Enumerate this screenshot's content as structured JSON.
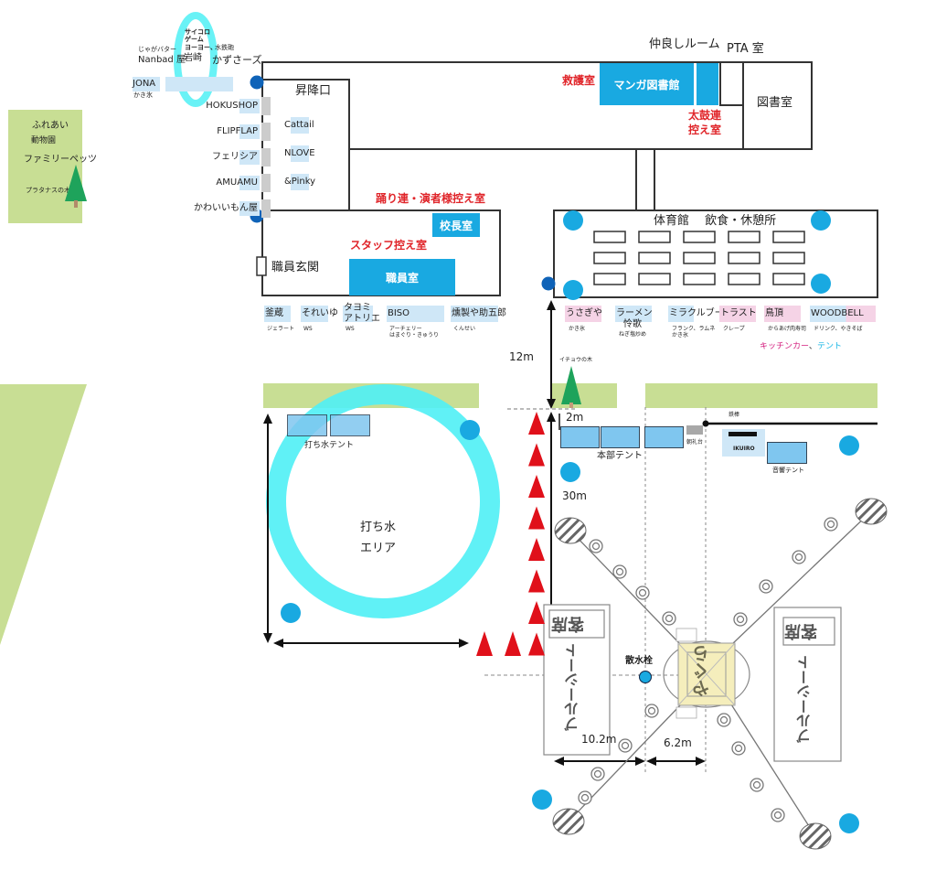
{
  "colors": {
    "green_area": "#c8de94",
    "blue_room": "#19a9e1",
    "light_label": "#cfe7f7",
    "pink_label": "#f5d3e6",
    "tent": "#7fc6ef",
    "cone_red": "#e0101a",
    "water_ring": "#4ff0f5",
    "hydrant": "#19a9e1",
    "staff_dot": "#0f63b8",
    "tree": "#1ea35b",
    "yagura_fill": "#f5eebc",
    "text_red": "#e0252a",
    "text_magenta": "#d4207f",
    "text_cyan": "#1ab7e6"
  },
  "left_area": {
    "zoo_line1": "ふれあい",
    "zoo_line2": "動物園",
    "pet": "ファミリーペッツ",
    "tree_label": "プラタナスの木"
  },
  "top_left_stalls": {
    "jona": "JONA",
    "jona_sub": "かき氷",
    "nanbad_sub": "じゃがバター",
    "nanbad": "Nanbad 屋",
    "saikoro_line1": "サイコロ",
    "saikoro_line2": "ゲーム",
    "saikoro_line3": "ヨーヨー、",
    "iwasaki": "岩崎",
    "mizu_sub": "水鉄砲",
    "kazusa": "かずさーズ"
  },
  "entrance_building": {
    "title": "昇降口",
    "outer_stalls": [
      "HOKUSHOP",
      "FLIPFLAP",
      "フェリシア",
      "AMUAMU",
      "かわいいもん屋"
    ],
    "inner_stalls": [
      "Cattail",
      "NLOVE",
      "&Pinky"
    ]
  },
  "north_building": {
    "rescue": "救護室",
    "manga_library": "マンガ図書館",
    "nakayoshi": "仲良しルーム",
    "pta": "PTA 室",
    "taiko": "太鼓連",
    "taiko2": "控え室",
    "library": "図書室"
  },
  "staff_building": {
    "dancers_room": "踊り連・演者様控え室",
    "principal": "校長室",
    "staff_wait": "スタッフ控え室",
    "staff_entrance": "職員玄関",
    "staff_room": "職員室"
  },
  "staff_stalls": [
    {
      "name": "釜蔵",
      "sub": "ジェラート"
    },
    {
      "name": "それいゆ",
      "sub": "WS"
    },
    {
      "name": "タヨミ",
      "name2": "アトリエ",
      "sub": "WS"
    },
    {
      "name": "BISO",
      "sub": "アーチェリー",
      "sub2": "はまぐり・きゅうり"
    },
    {
      "name": "燻製や助五郎",
      "sub": "くんせい"
    }
  ],
  "gym": {
    "title": "体育館　 飲食・休憩所",
    "table_rows": 3,
    "table_cols": 5
  },
  "gym_stalls": [
    {
      "name": "うさぎや",
      "sub": "かき氷",
      "type": "kitchen"
    },
    {
      "name": "ラーメン",
      "name2": "怜歌",
      "sub": "ねぎ塩炒め",
      "type": "tent"
    },
    {
      "name": "ミラクルブー",
      "sub": "フランク、ラムネ",
      "sub2": "かき氷",
      "type": "tent"
    },
    {
      "name": "トラスト",
      "sub": "クレープ",
      "type": "kitchen"
    },
    {
      "name": "鳥頂",
      "sub": "からあげ肉寿司",
      "type": "kitchen"
    },
    {
      "name": "WOODBELL",
      "sub": "ドリンク、やきそば",
      "type": "mixed"
    }
  ],
  "legend": {
    "kitchen_car": "キッチンカー",
    "separator": "、",
    "tent": "テント"
  },
  "grounds": {
    "ginkgo": "イチョウの木",
    "dist_12m": "12m",
    "dist_2m": "2m",
    "dist_30m": "30m",
    "dist_10_2m": "10.2m",
    "dist_6_2m": "6.2m",
    "honbu_tent": "本部テント",
    "chorei": "朝礼台",
    "tetsubo": "鉄棒",
    "ikuiro": "IKUIRO",
    "onkyo_tent": "音響テント",
    "uchimizu_tent": "打ち水テント",
    "uchimizu_line1": "打ち水",
    "uchimizu_line2": "エリア",
    "hydrant": "散水栓",
    "seat": "客席",
    "blue_sheet": "ブルーシート",
    "yagura": "やぐら"
  }
}
